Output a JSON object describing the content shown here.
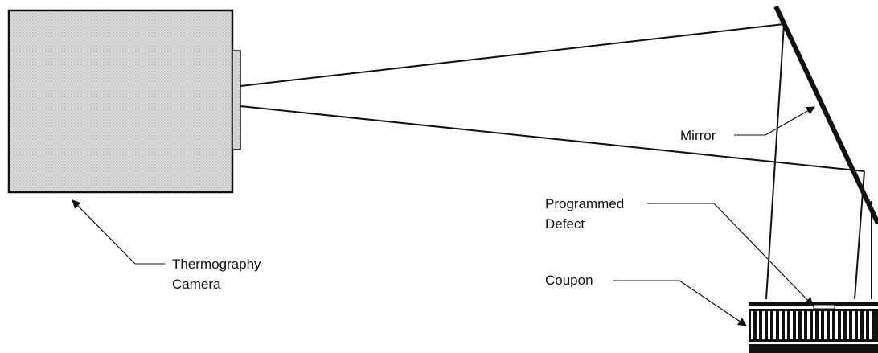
{
  "labels": {
    "mirror": "Mirror",
    "programmed_defect_line1": "Programmed",
    "programmed_defect_line2": "Defect",
    "coupon": "Coupon",
    "camera_line1": "Thermography",
    "camera_line2": "Camera"
  },
  "colors": {
    "ink": "#111111",
    "camera_fill": "#d6d6d6",
    "background": "#ffffff"
  }
}
